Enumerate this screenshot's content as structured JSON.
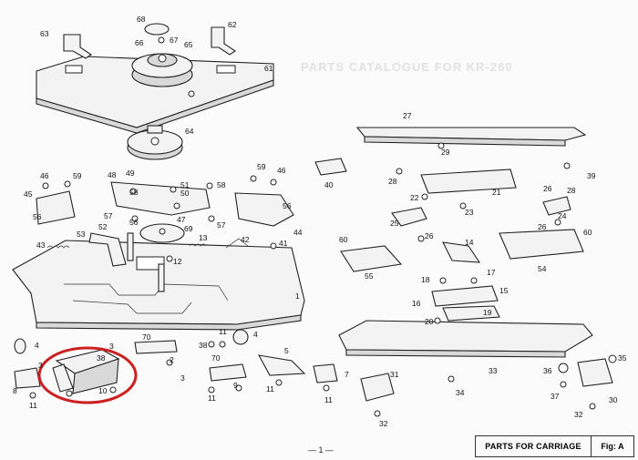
{
  "footer": {
    "title": "PARTS FOR CARRIAGE",
    "figure": "Fig: A"
  },
  "page_number": "— 1 —",
  "header_watermark": "PARTS CATALOGUE FOR KR-260",
  "highlight_color": "#cc1f1f",
  "labels": {
    "l1": "1",
    "l2": "2",
    "l3": "3",
    "l4": "4",
    "l5": "5",
    "l7": "7",
    "l8": "8",
    "l9": "9",
    "l10": "10",
    "l11": "11",
    "l12": "12",
    "l13": "13",
    "l14": "14",
    "l15": "15",
    "l16": "16",
    "l17": "17",
    "l18": "18",
    "l19": "19",
    "l20": "20",
    "l21": "21",
    "l22": "22",
    "l23": "23",
    "l24": "24",
    "l25": "25",
    "l26": "26",
    "l27": "27",
    "l28": "28",
    "l29": "29",
    "l30": "30",
    "l31": "31",
    "l32": "32",
    "l33": "33",
    "l34": "34",
    "l35": "35",
    "l36": "36",
    "l37": "37",
    "l38": "38",
    "l39": "39",
    "l40": "40",
    "l41": "41",
    "l42": "42",
    "l43": "43",
    "l44": "44",
    "l45": "45",
    "l46": "46",
    "l47": "47",
    "l48": "48",
    "l49": "49",
    "l50": "50",
    "l51": "51",
    "l52": "52",
    "l53": "53",
    "l54": "54",
    "l55": "55",
    "l56": "56",
    "l57": "57",
    "l58": "58",
    "l59": "59",
    "l60": "60",
    "l61": "61",
    "l62": "62",
    "l63": "63",
    "l64": "64",
    "l65": "65",
    "l66": "66",
    "l67": "67",
    "l68": "68",
    "l69": "69",
    "l70": "70"
  }
}
